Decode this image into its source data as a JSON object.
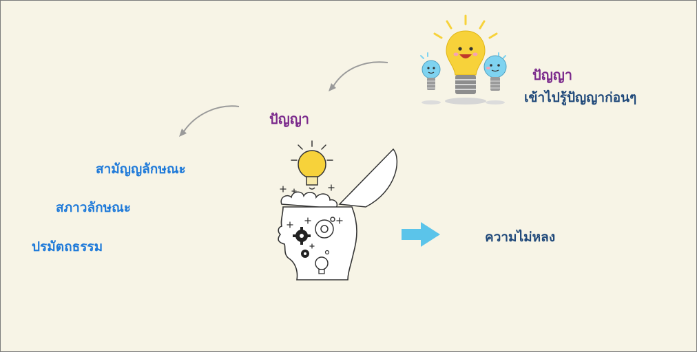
{
  "labels": {
    "panya_top": "ปัญญา",
    "panya_top_desc": "เข้าไปรู้ปัญญาก่อนๆ",
    "panya_center": "ปัญญา",
    "item1": "สามัญญลักษณะ",
    "item2": "สภาวลักษณะ",
    "item3": "ปรมัตถธรรม",
    "result": "ความไม่หลง"
  },
  "colors": {
    "background": "#f7f4e6",
    "purple_text": "#7b2a8c",
    "blue_text": "#1f7ad9",
    "navy_text": "#20497a",
    "arrow_blue": "#5bc4ea",
    "bulb_yellow": "#f7d23a",
    "bulb_blue": "#7fd3f0"
  },
  "icons": [
    "three-lightbulbs-icon",
    "open-head-ideas-icon",
    "right-arrow-icon",
    "curved-arrow-icon"
  ]
}
